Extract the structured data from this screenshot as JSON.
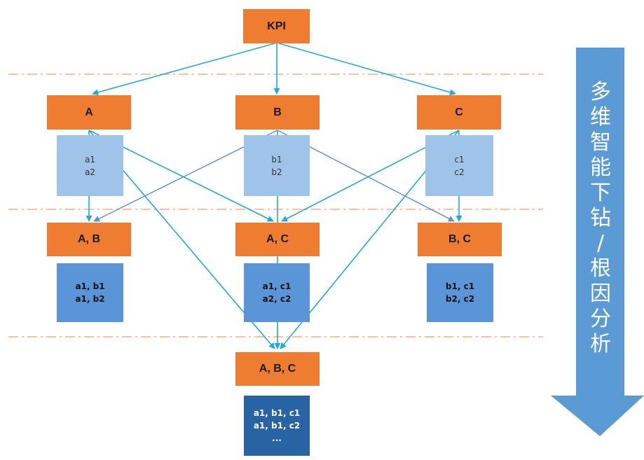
{
  "diagram": {
    "nodes": {
      "kpi": "KPI",
      "a": "A",
      "b": "B",
      "c": "C",
      "ab": "A, B",
      "ac": "A, C",
      "bc": "B, C",
      "abc": "A, B, C"
    },
    "values": {
      "a": [
        "a1",
        "a2"
      ],
      "b": [
        "b1",
        "b2"
      ],
      "c": [
        "c1",
        "c2"
      ],
      "ab": [
        "a1, b1",
        "a1, b2"
      ],
      "ac": [
        "a1, c1",
        "a2, c2"
      ],
      "bc": [
        "b1, c1",
        "b2, c2"
      ],
      "abc": [
        "a1, b1, c1",
        "a1, b1, c2",
        "..."
      ]
    },
    "side_arrow_label": [
      "多",
      "维",
      "智",
      "能",
      "下",
      "钻",
      "/",
      "根",
      "因",
      "分",
      "析"
    ]
  },
  "colors": {
    "node_fill": "#ee7d31",
    "level1_fill": "#9fc3e9",
    "level2_fill": "#5a96d7",
    "level3_fill": "#2864a4",
    "arrow": "#22a9d6",
    "arrow_alt": "#5b8fd0",
    "side_arrow": "#5b9bd5",
    "separator": "#f3b184"
  }
}
